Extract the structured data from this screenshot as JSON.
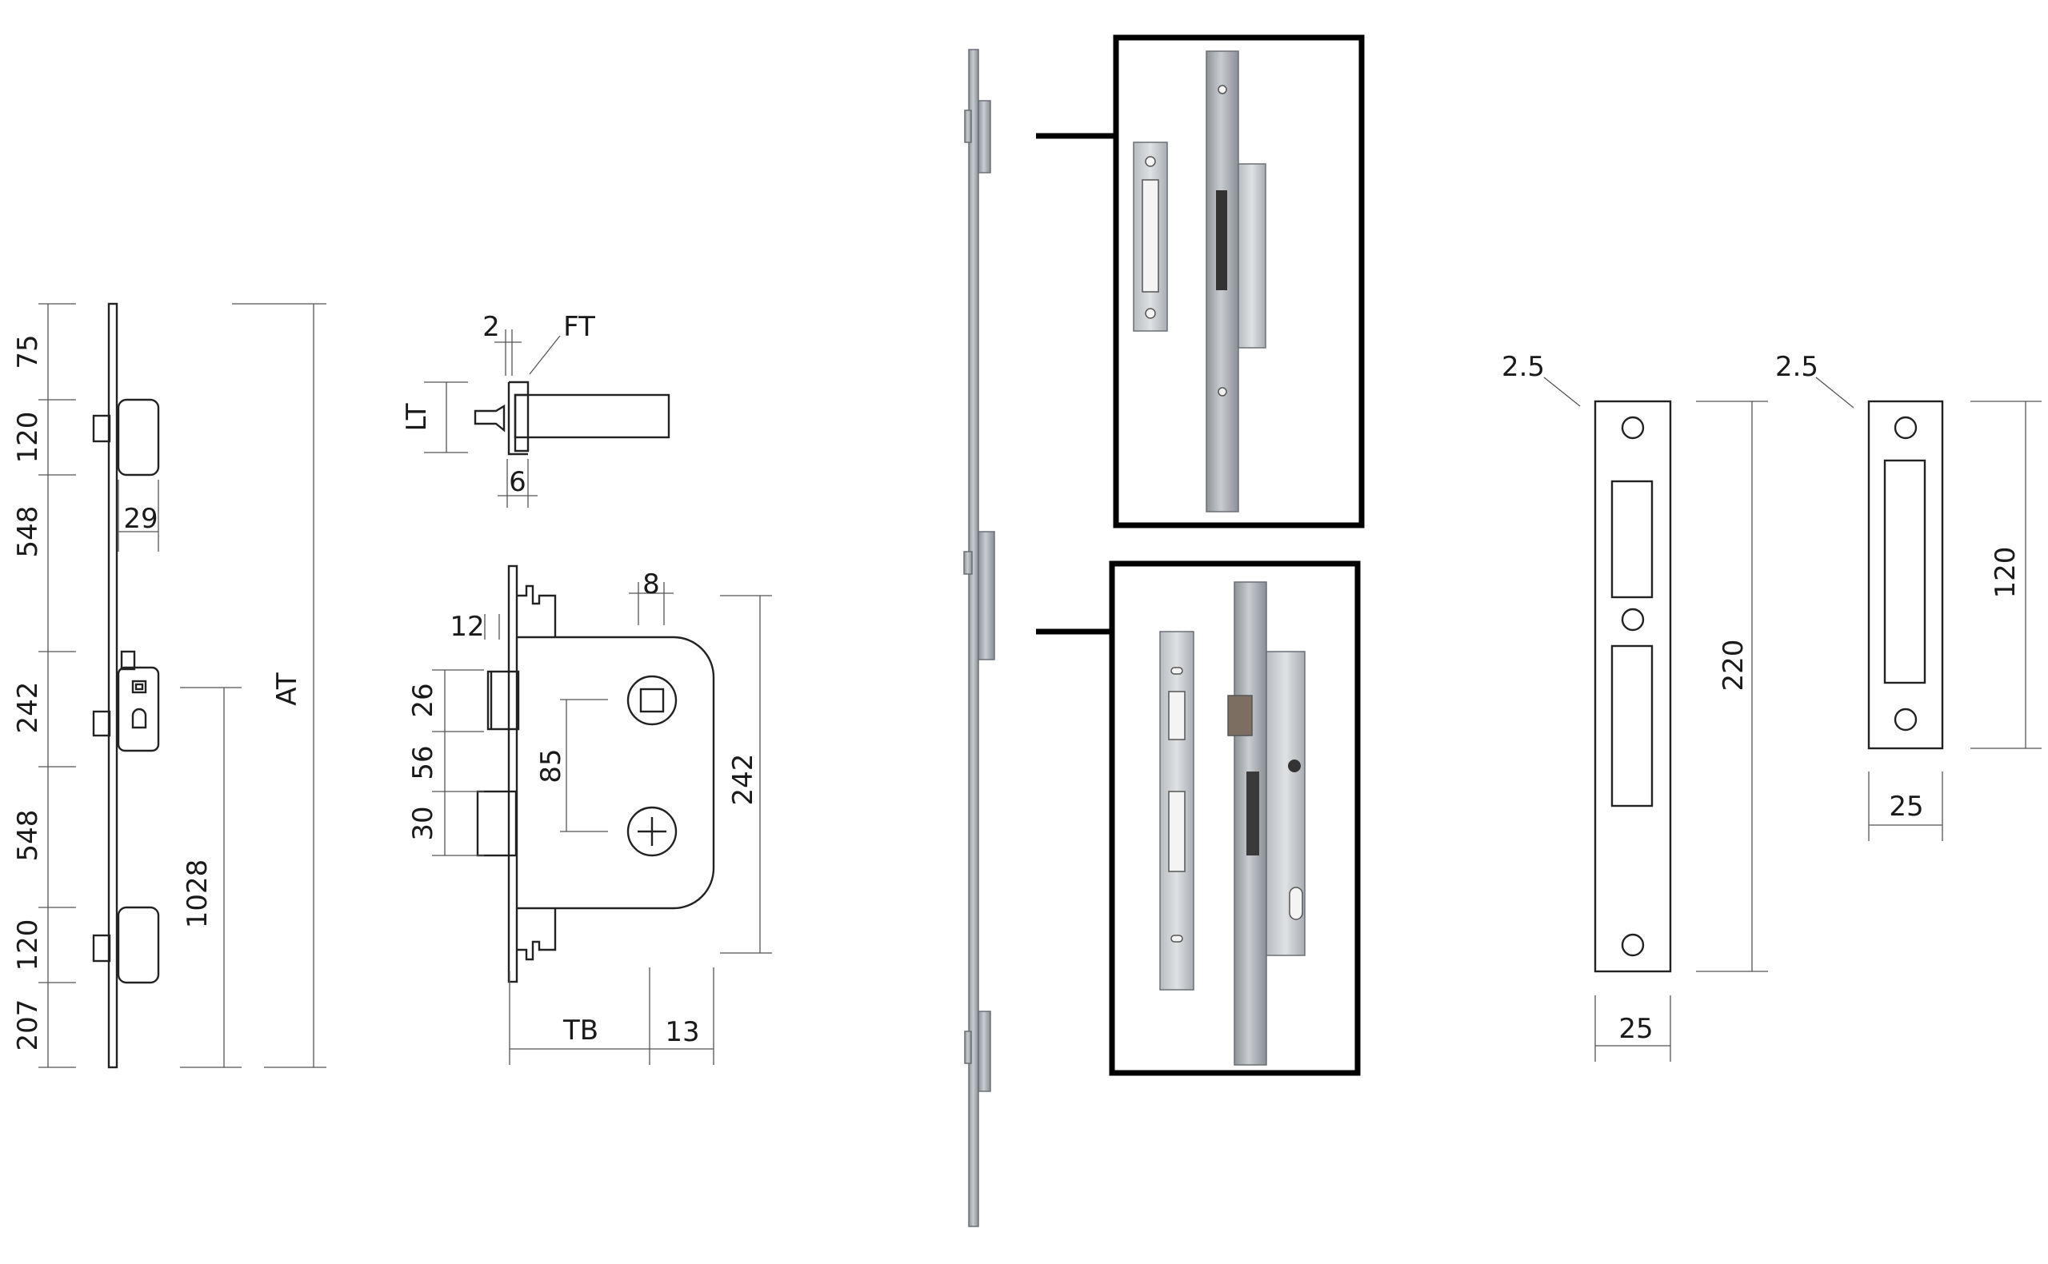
{
  "figure": {
    "multipoint_lock_elevation": {
      "dims_left": [
        "75",
        "120",
        "548",
        "242",
        "548",
        "120",
        "207"
      ],
      "dim_29": "29",
      "dim_1028": "1028",
      "dim_AT": "AT"
    },
    "latch_detail": {
      "dim_2": "2",
      "dim_FT": "FT",
      "dim_LT": "LT",
      "dim_6": "6"
    },
    "lock_case": {
      "dim_8": "8",
      "dim_12": "12",
      "dim_26": "26",
      "dim_56": "56",
      "dim_30": "30",
      "dim_85": "85",
      "dim_242": "242",
      "dim_TB": "TB",
      "dim_13": "13"
    },
    "strike_plate_large": {
      "dim_2_5": "2.5",
      "dim_220": "220",
      "dim_25": "25"
    },
    "strike_plate_small": {
      "dim_2_5": "2.5",
      "dim_120": "120",
      "dim_25": "25"
    }
  },
  "colors": {
    "line": "#222222",
    "frame": "#000000",
    "metal": "#a7acb1"
  }
}
